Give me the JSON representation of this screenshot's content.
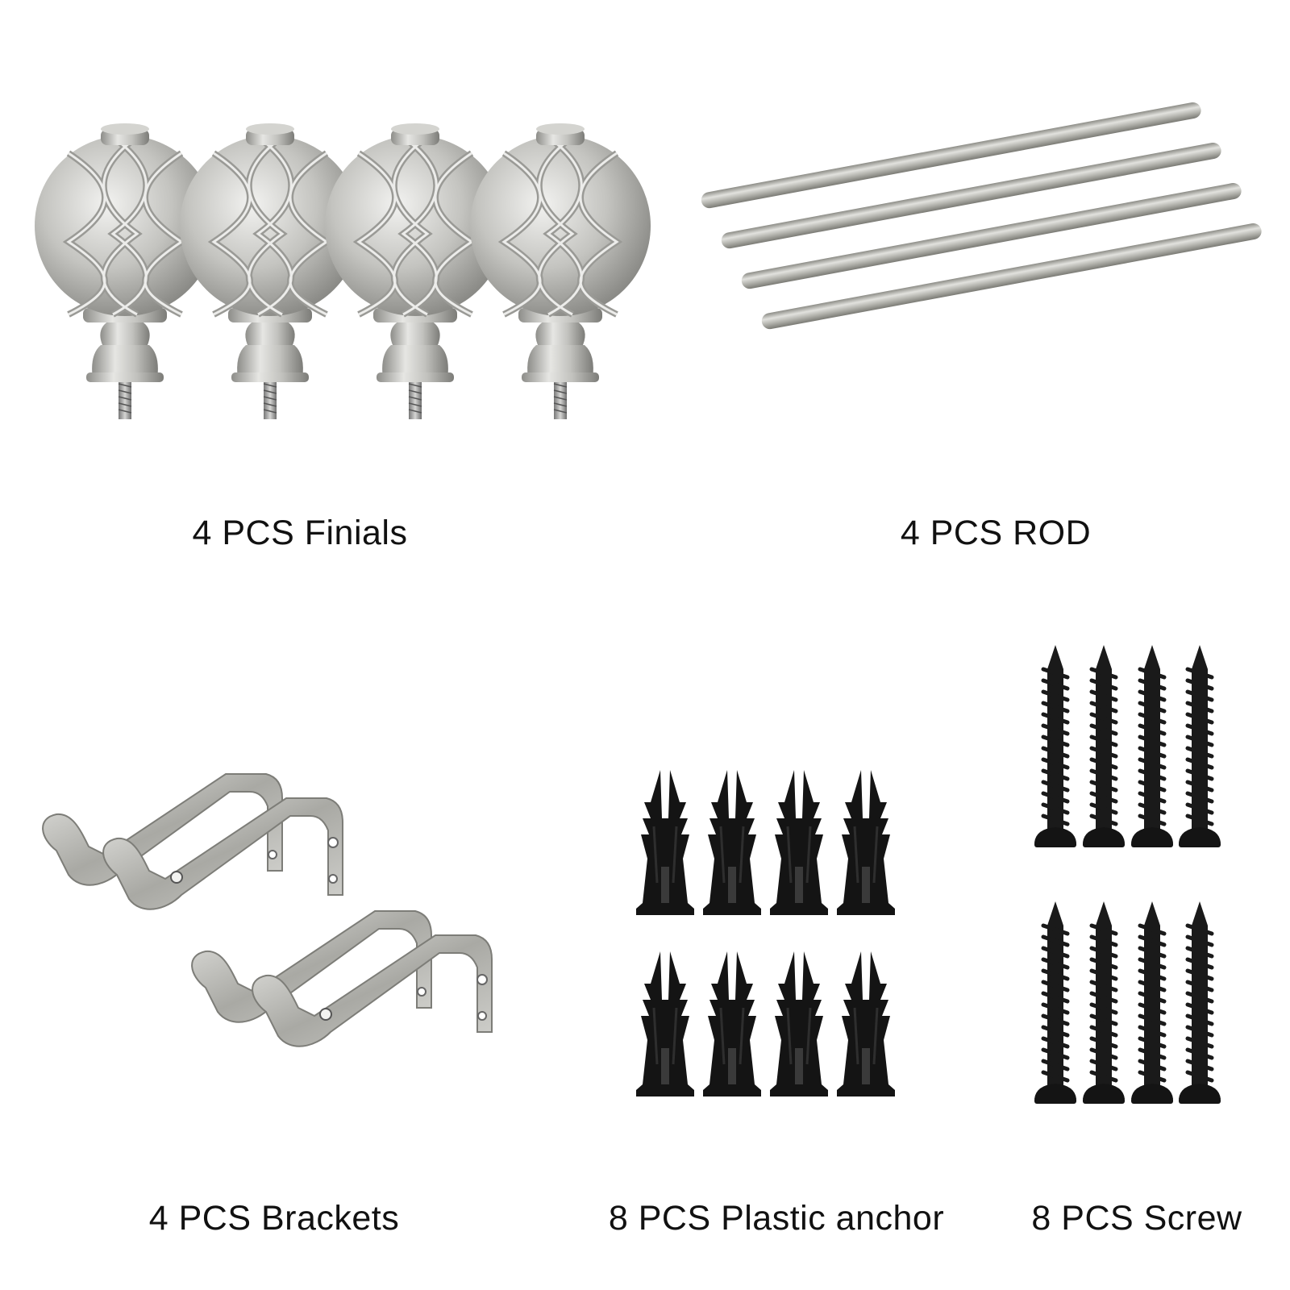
{
  "labels": {
    "finials": "4 PCS Finials",
    "rod": "4 PCS ROD",
    "brackets": "4 PCS Brackets",
    "anchor": "8 PCS Plastic anchor",
    "screw": "8 PCS Screw"
  },
  "colors": {
    "background": "#ffffff",
    "metal_light": "#e4e4e2",
    "metal_mid": "#b8b8b4",
    "metal_dark": "#7e7e7a",
    "plastic_black": "#141414",
    "text": "#111111"
  },
  "items": [
    {
      "name": "finial",
      "count": 4,
      "icon": "finial-icon"
    },
    {
      "name": "rod",
      "count": 4,
      "icon": "rod-icon"
    },
    {
      "name": "bracket",
      "count": 4,
      "icon": "bracket-icon"
    },
    {
      "name": "plastic-anchor",
      "count": 8,
      "icon": "anchor-icon"
    },
    {
      "name": "screw",
      "count": 8,
      "icon": "screw-icon"
    }
  ]
}
